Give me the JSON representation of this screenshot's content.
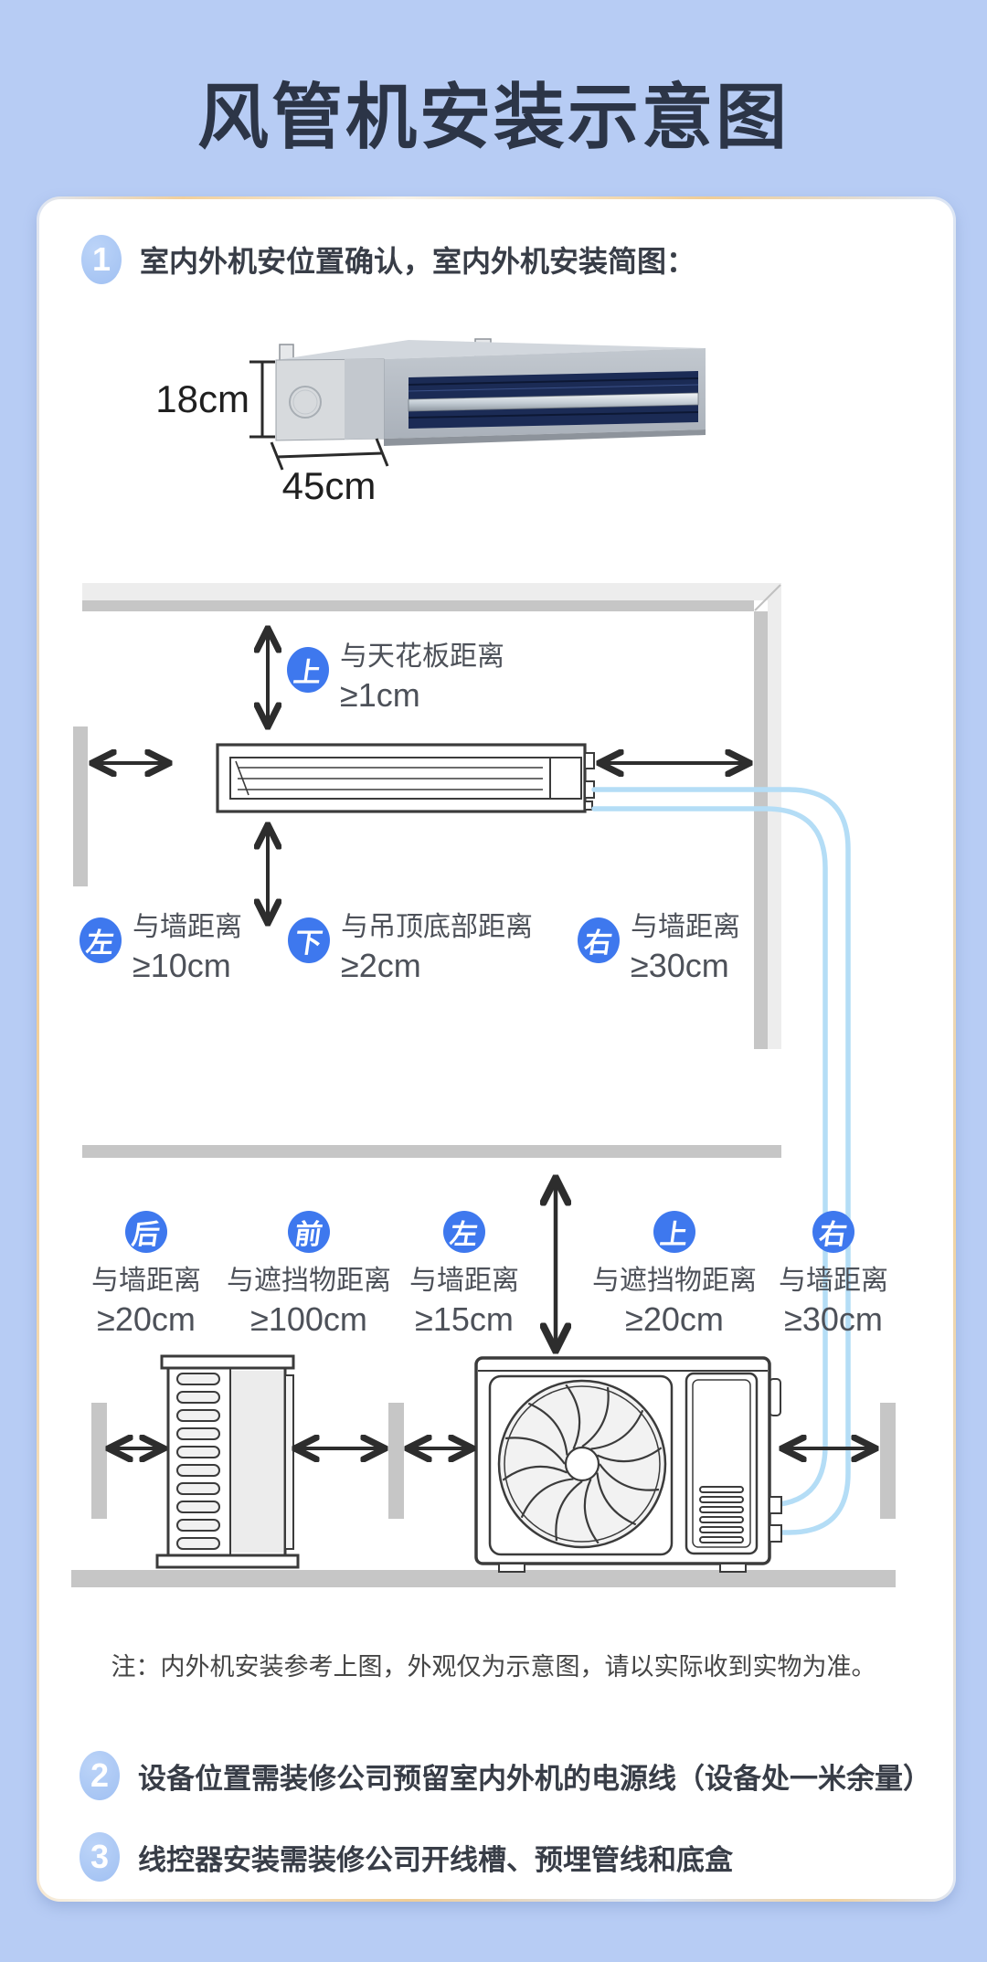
{
  "page": {
    "title": "风管机安装示意图",
    "colors": {
      "background": "#b7ccf4",
      "title": "#2c3547",
      "badge_blue": "#3e78ee",
      "step_circle_blue": "#a6c6f3",
      "pipe_blue": "#b4ddf6",
      "wall_gray": "#c6c6c6",
      "line_art": "#3b3b3b"
    }
  },
  "steps": [
    {
      "num": "1",
      "text": "室内外机安位置确认，室内外机安装简图："
    },
    {
      "num": "2",
      "text": "设备位置需装修公司预留室内外机的电源线（设备处一米余量）"
    },
    {
      "num": "3",
      "text": "线控器安装需装修公司开线槽、预埋管线和底盒"
    }
  ],
  "photo": {
    "height_label": "18cm",
    "width_label": "45cm"
  },
  "d1": {
    "top": {
      "dir": "上",
      "line1": "与天花板距离",
      "line2": "≥1cm"
    },
    "cols": [
      {
        "dir": "左",
        "line1": "与墙距离",
        "line2": "≥10cm"
      },
      {
        "dir": "下",
        "line1": "与吊顶底部距离",
        "line2": "≥2cm"
      },
      {
        "dir": "右",
        "line1": "与墙距离",
        "line2": "≥30cm"
      }
    ]
  },
  "d2": {
    "cols": [
      {
        "dir": "后",
        "line1": "与墙距离",
        "line2": "≥20cm"
      },
      {
        "dir": "前",
        "line1": "与遮挡物距离",
        "line2": "≥100cm"
      },
      {
        "dir": "左",
        "line1": "与墙距离",
        "line2": "≥15cm"
      },
      {
        "dir": "上",
        "line1": "与遮挡物距离",
        "line2": "≥20cm"
      },
      {
        "dir": "右",
        "line1": "与墙距离",
        "line2": "≥30cm"
      }
    ]
  },
  "note": {
    "text": "注：内外机安装参考上图，外观仅为示意图，请以实际收到实物为准。"
  }
}
